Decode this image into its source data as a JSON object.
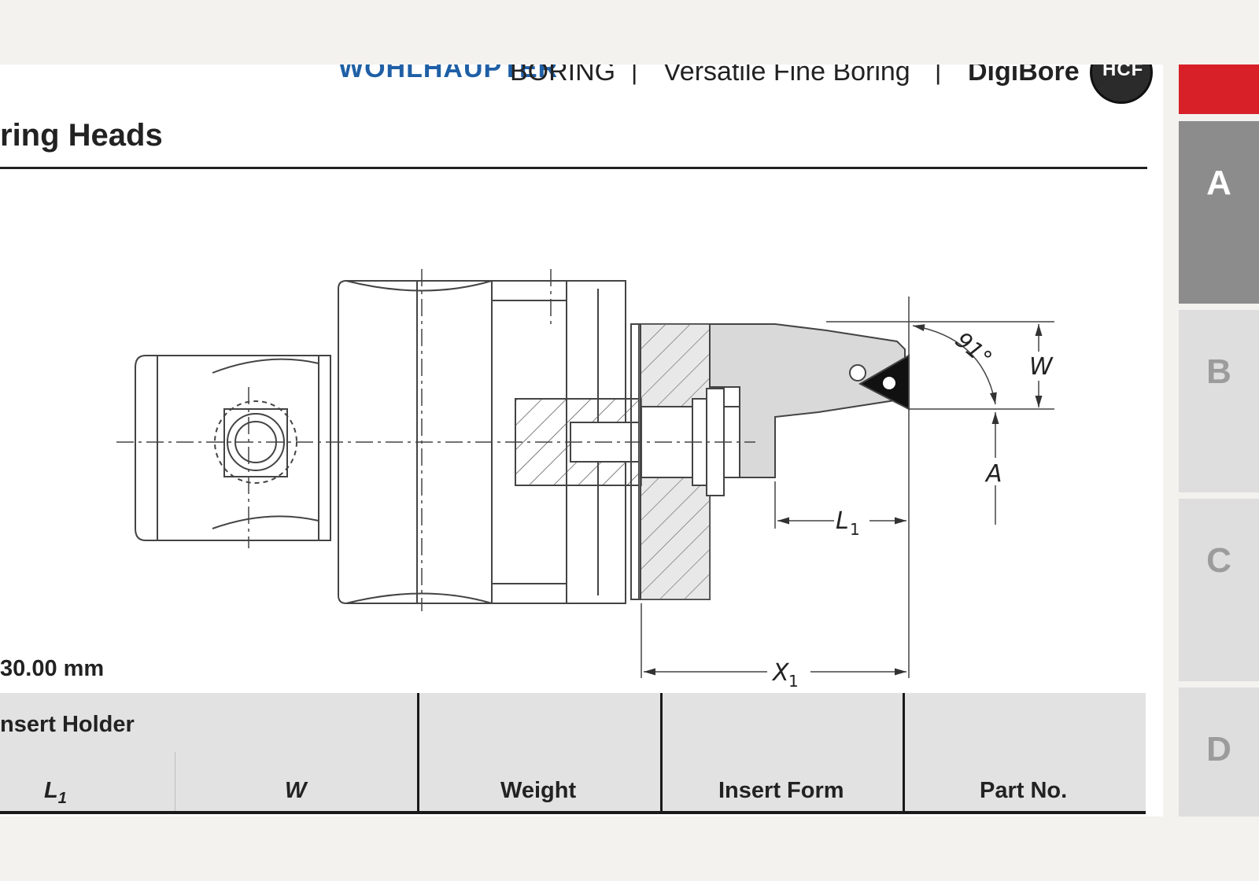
{
  "header": {
    "brand": "WOHLHAUPTER",
    "category": "BORING",
    "separator": "|",
    "section": "Versatile Fine Boring",
    "product": "DigiBore",
    "logo_text": "HCF"
  },
  "page_title": "ring Heads",
  "drawing": {
    "angle_label": "91°",
    "dim_w": "W",
    "dim_a": "A",
    "dim_l1": "L",
    "dim_l1_sub": "1",
    "dim_x1": "X",
    "dim_x1_sub": "1"
  },
  "diameter_label": "30.00 mm",
  "table": {
    "group_header": "nsert Holder",
    "col_l1": "L",
    "col_l1_sub": "1",
    "col_w": "W",
    "col_weight": "Weight",
    "col_insert_form": "Insert Form",
    "col_part_no": "Part No."
  },
  "side_tabs": [
    "A",
    "B",
    "C",
    "D"
  ],
  "colors": {
    "brand_blue": "#1f5fa6",
    "accent_red": "#d72027",
    "tab_active": "#8c8c8c",
    "tab_inactive": "#dedede"
  }
}
